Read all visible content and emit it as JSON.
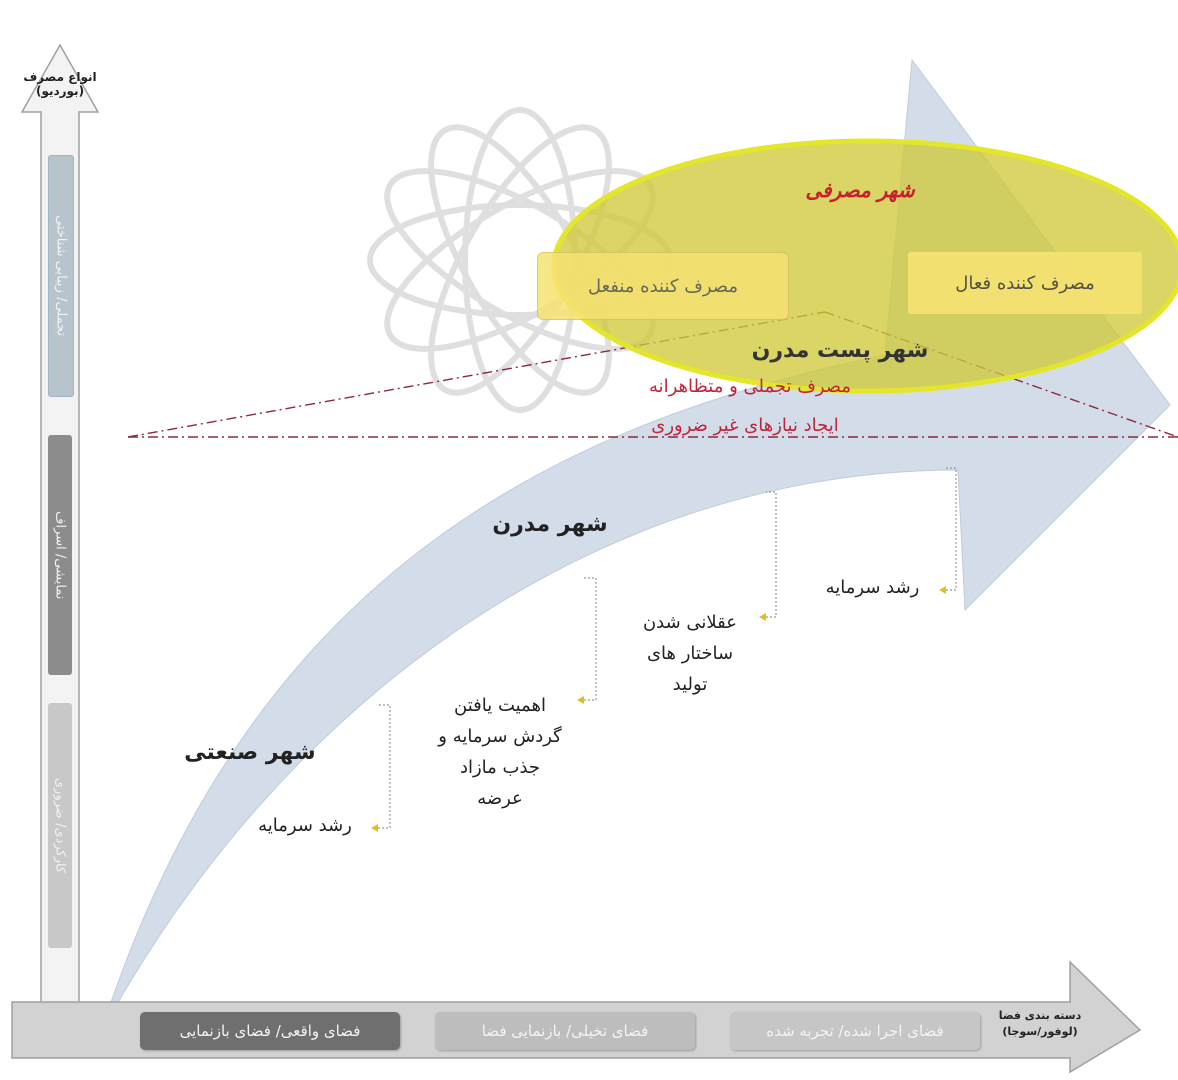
{
  "y_axis": {
    "title_line1": "انواع مصرف",
    "title_line2": "(بوردیو)",
    "segments": [
      {
        "label": "تجملی/ زیبایی شناختی",
        "color": "#b8c4cc"
      },
      {
        "label": "نمایشی/ اسراف",
        "color": "#8c8c8c"
      },
      {
        "label": "کارکردی/ ضروری",
        "color": "#c8c8c8"
      }
    ]
  },
  "x_axis": {
    "title_line1": "دسته بندی فضا",
    "title_line2": "(لوفور/سوجا)",
    "segments": [
      {
        "label": "فضای واقعی/ فضای بازنمایی",
        "color": "#6f6f6f"
      },
      {
        "label": "فضای تخیلی/ بازنمایی فضا",
        "color": "#bdbdbd"
      },
      {
        "label": "فضای اجرا شده/ تجربه شده",
        "color": "#c6c6c6"
      }
    ]
  },
  "consumer_city": {
    "title": "شهر مصرفی",
    "passive": "مصرف کننده منفعل",
    "active": "مصرف کننده فعال"
  },
  "postmodern": {
    "title": "شهر پست مدرن",
    "line1": "مصرف تجملی و متظاهرانه",
    "line2": "ایجاد نیازهای غیر ضروری"
  },
  "modern": {
    "title": "شهر مدرن"
  },
  "industrial": {
    "title": "شهر صنعتی"
  },
  "notes": {
    "growth1": "رشد سرمایه",
    "capital_l1": "اهمیت یافتن",
    "capital_l2": "گردش سرمایه و",
    "capital_l3": "جذب مازاد",
    "capital_l4": "عرضه",
    "rational_l1": "عقلانی شدن",
    "rational_l2": "ساختار های",
    "rational_l3": "تولید",
    "growth2": "رشد سرمایه"
  },
  "colors": {
    "arrow_fill": "#d3dde9",
    "ellipse_fill": "#d6d23a",
    "ellipse_stroke": "#e5e82a",
    "box_fill": "#f6e372",
    "dash_line": "#8a2b3c",
    "red_text": "#c0243a",
    "axis_fill": "#f3f3f3",
    "axis_stroke": "#a0a0a0"
  }
}
